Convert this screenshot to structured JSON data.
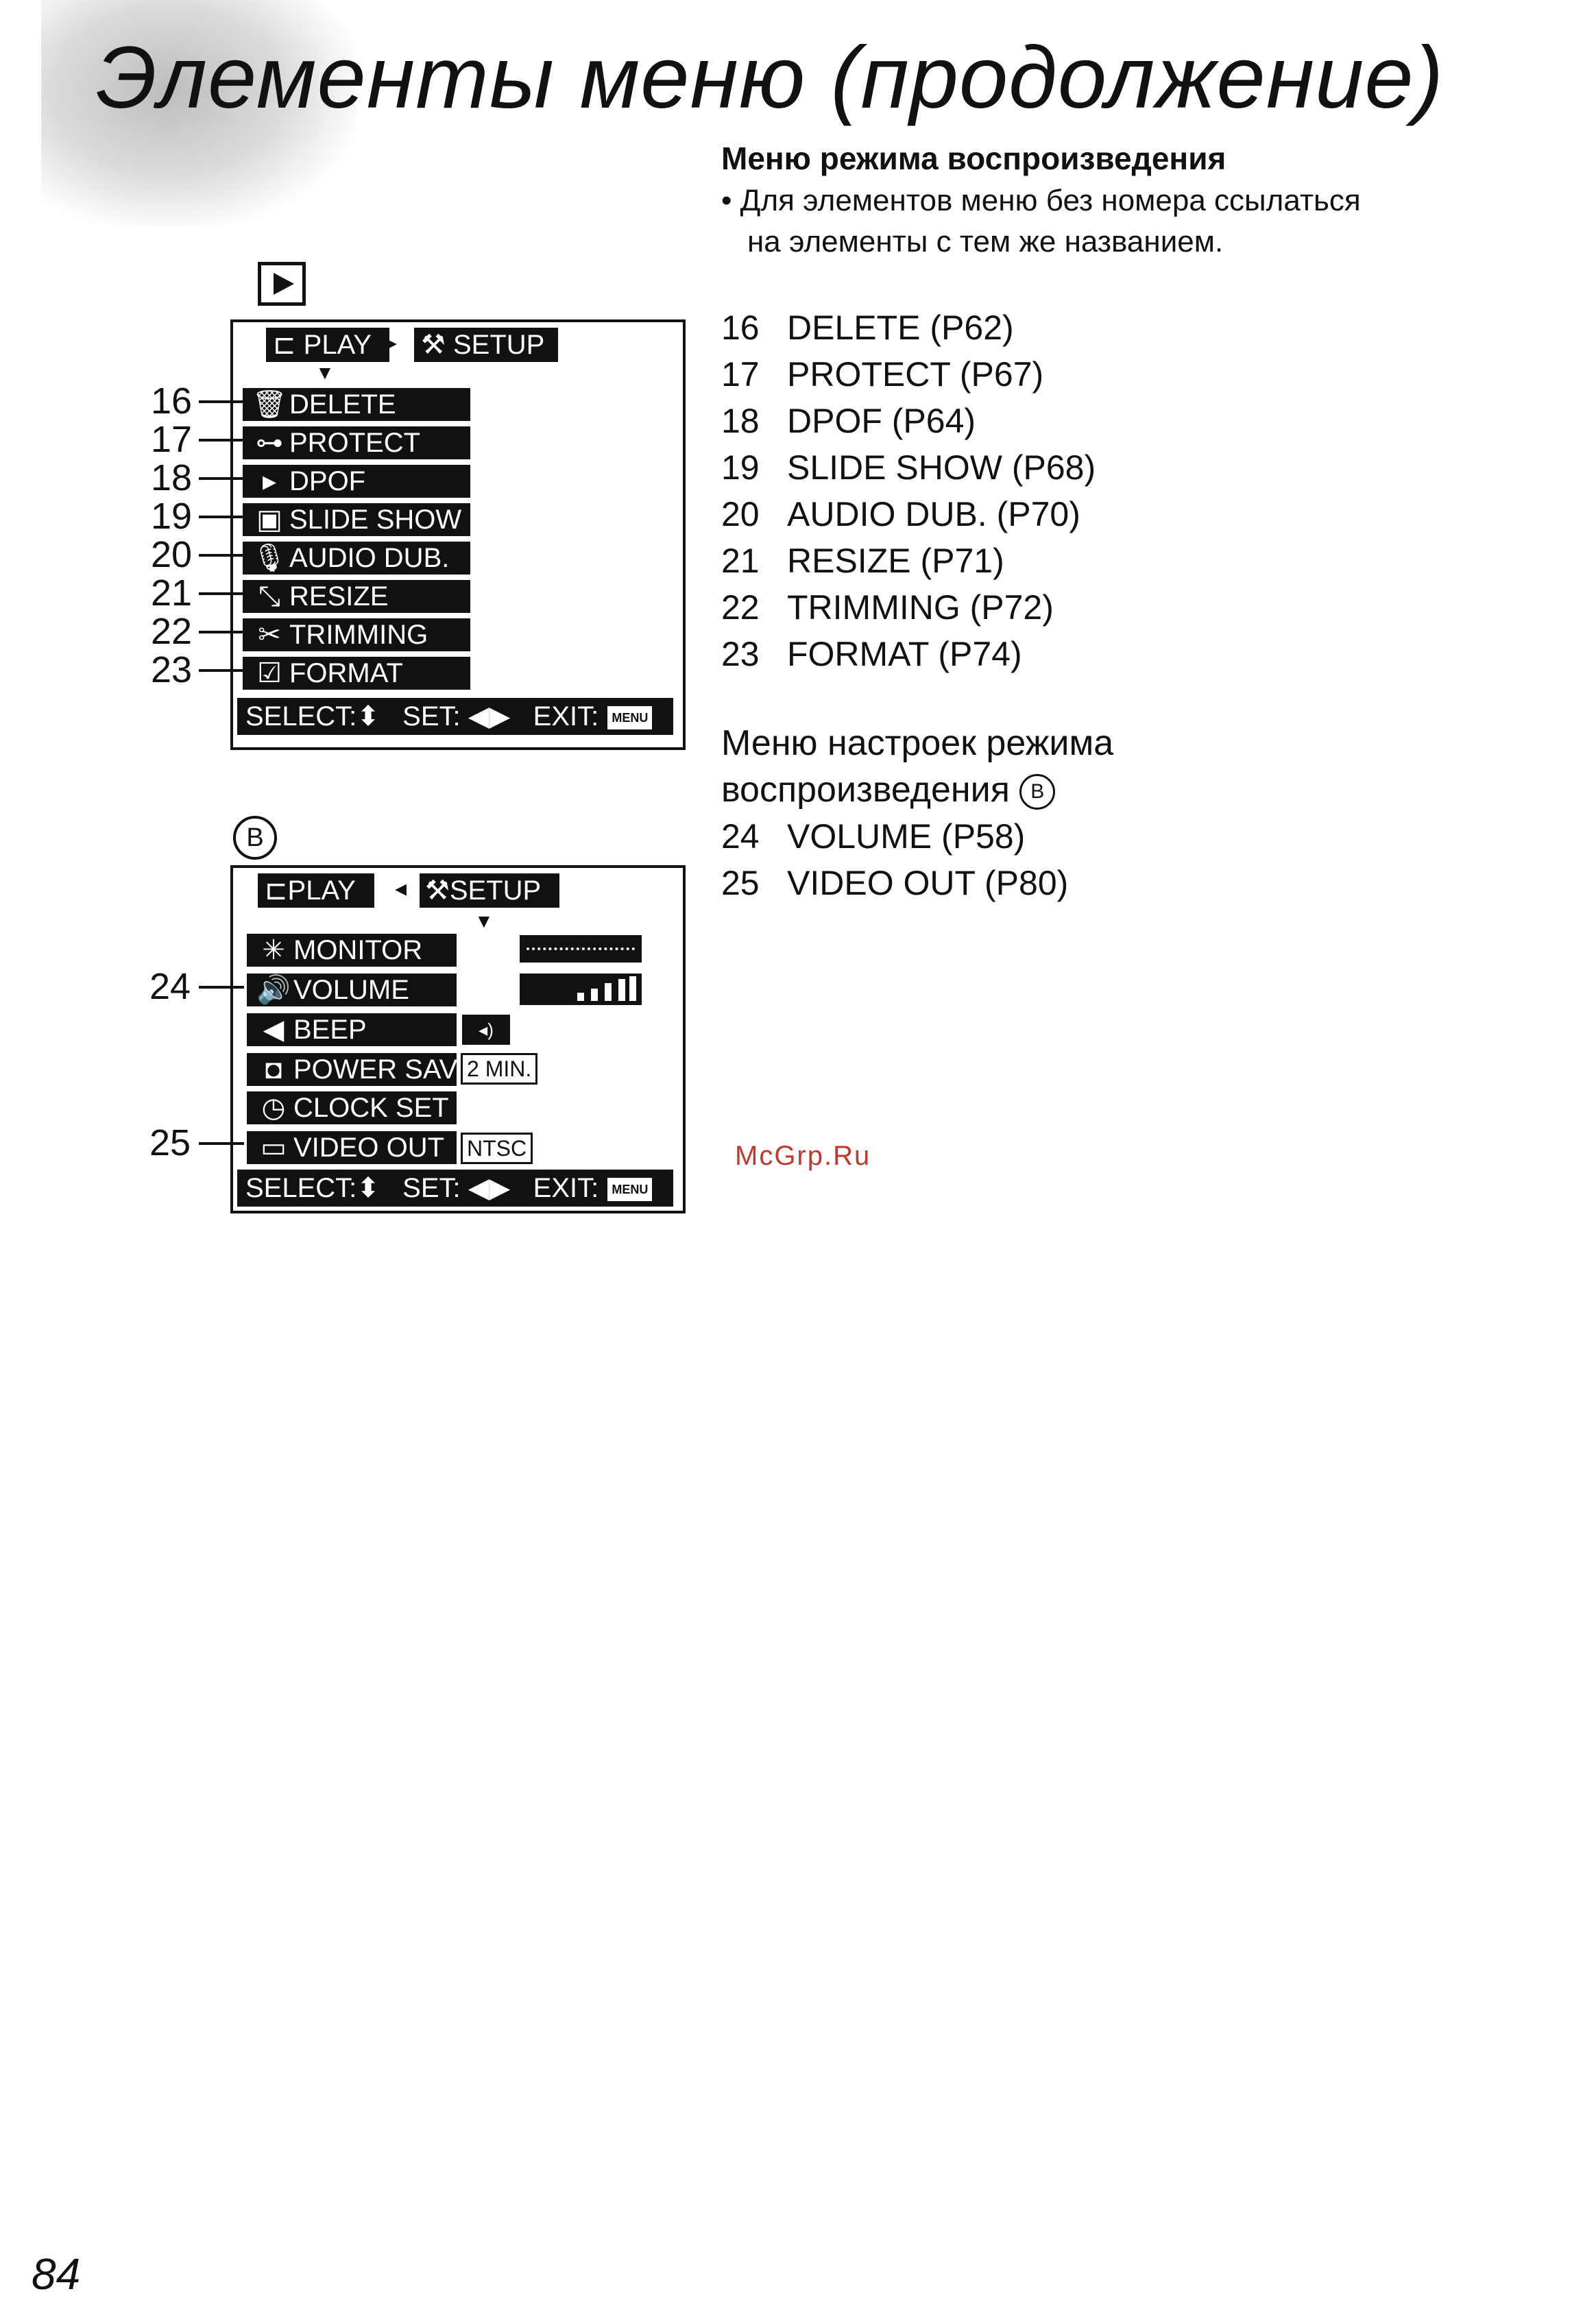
{
  "header": {
    "title": "Элементы меню (продолжение)"
  },
  "play_menu_section": {
    "heading": "Меню режима воспроизведения",
    "bullet": "•",
    "note_line1": "Для элементов меню без номера ссылаться",
    "note_line2": "на элементы с тем же названием."
  },
  "play_refs": [
    {
      "num": "16",
      "text": "DELETE (P62)"
    },
    {
      "num": "17",
      "text": "PROTECT (P67)"
    },
    {
      "num": "18",
      "text": "DPOF (P64)"
    },
    {
      "num": "19",
      "text": "SLIDE SHOW (P68)"
    },
    {
      "num": "20",
      "text": "AUDIO DUB. (P70)"
    },
    {
      "num": "21",
      "text": "RESIZE (P71)"
    },
    {
      "num": "22",
      "text": "TRIMMING (P72)"
    },
    {
      "num": "23",
      "text": "FORMAT (P74)"
    }
  ],
  "setup_section": {
    "heading_line1": "Меню настроек режима",
    "heading_line2": "воспроизведения",
    "circled": "B"
  },
  "setup_refs": [
    {
      "num": "24",
      "text": "VOLUME (P58)"
    },
    {
      "num": "25",
      "text": "VIDEO OUT (P80)"
    }
  ],
  "screen_play": {
    "tab_play": "PLAY",
    "tab_setup": "SETUP",
    "items": [
      {
        "icon": "trash-icon",
        "glyph": "🗑",
        "label": "DELETE",
        "callout": "16"
      },
      {
        "icon": "key-icon",
        "glyph": "⊶",
        "label": "PROTECT",
        "callout": "17"
      },
      {
        "icon": "dpof-icon",
        "glyph": "▸",
        "label": "DPOF",
        "callout": "18"
      },
      {
        "icon": "slideshow-icon",
        "glyph": "▣",
        "label": "SLIDE SHOW",
        "callout": "19"
      },
      {
        "icon": "microphone-icon",
        "glyph": "🎙",
        "label": "AUDIO DUB.",
        "callout": "20"
      },
      {
        "icon": "resize-icon",
        "glyph": "⤡",
        "label": "RESIZE",
        "callout": "21"
      },
      {
        "icon": "scissors-icon",
        "glyph": "✂",
        "label": "TRIMMING",
        "callout": "22"
      },
      {
        "icon": "format-icon",
        "glyph": "☑",
        "label": "FORMAT",
        "callout": "23"
      }
    ],
    "footer": {
      "select": "SELECT:",
      "set": "SET:",
      "exit": "EXIT:",
      "menu": "MENU"
    }
  },
  "screen_setup": {
    "circled": "B",
    "tab_play": "PLAY",
    "tab_setup": "SETUP",
    "items": [
      {
        "icon": "sun-icon",
        "glyph": "✳",
        "label": "MONITOR",
        "callout": ""
      },
      {
        "icon": "speaker-icon",
        "glyph": "🔊",
        "label": "VOLUME",
        "callout": "24"
      },
      {
        "icon": "beep-icon",
        "glyph": "◀",
        "label": "BEEP",
        "callout": ""
      },
      {
        "icon": "camera-icon",
        "glyph": "◘",
        "label": "POWER SAVE",
        "callout": ""
      },
      {
        "icon": "clock-icon",
        "glyph": "◷",
        "label": "CLOCK SET",
        "callout": ""
      },
      {
        "icon": "video-out-icon",
        "glyph": "▭",
        "label": "VIDEO OUT",
        "callout": "25"
      }
    ],
    "values": {
      "power_save": "2 MIN.",
      "video_out": "NTSC"
    },
    "footer": {
      "select": "SELECT:",
      "set": "SET:",
      "exit": "EXIT:",
      "menu": "MENU"
    }
  },
  "watermark": "McGrp.Ru",
  "page_number": "84"
}
